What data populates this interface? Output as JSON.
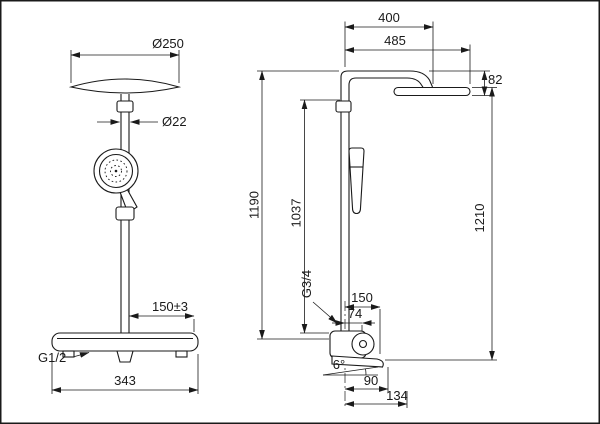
{
  "drawing": {
    "background": "#ffffff",
    "line_color": "#1a1a1a",
    "front_view": {
      "head_diameter": "Ø250",
      "pipe_diameter": "Ø22",
      "inlet_offset": "150±3",
      "inlet_thread": "G1/2",
      "body_width": "343"
    },
    "side_view": {
      "arm_reach": "400",
      "head_reach": "485",
      "head_drop": "82",
      "riser_height": "1190",
      "mid_height": "1037",
      "total_height": "1210",
      "hose_thread": "G3/4",
      "spout_reach": "150",
      "spout_offset": "74",
      "spout_angle": "6°",
      "outlet_reach": "90",
      "outlet_tip_reach": "134"
    }
  }
}
